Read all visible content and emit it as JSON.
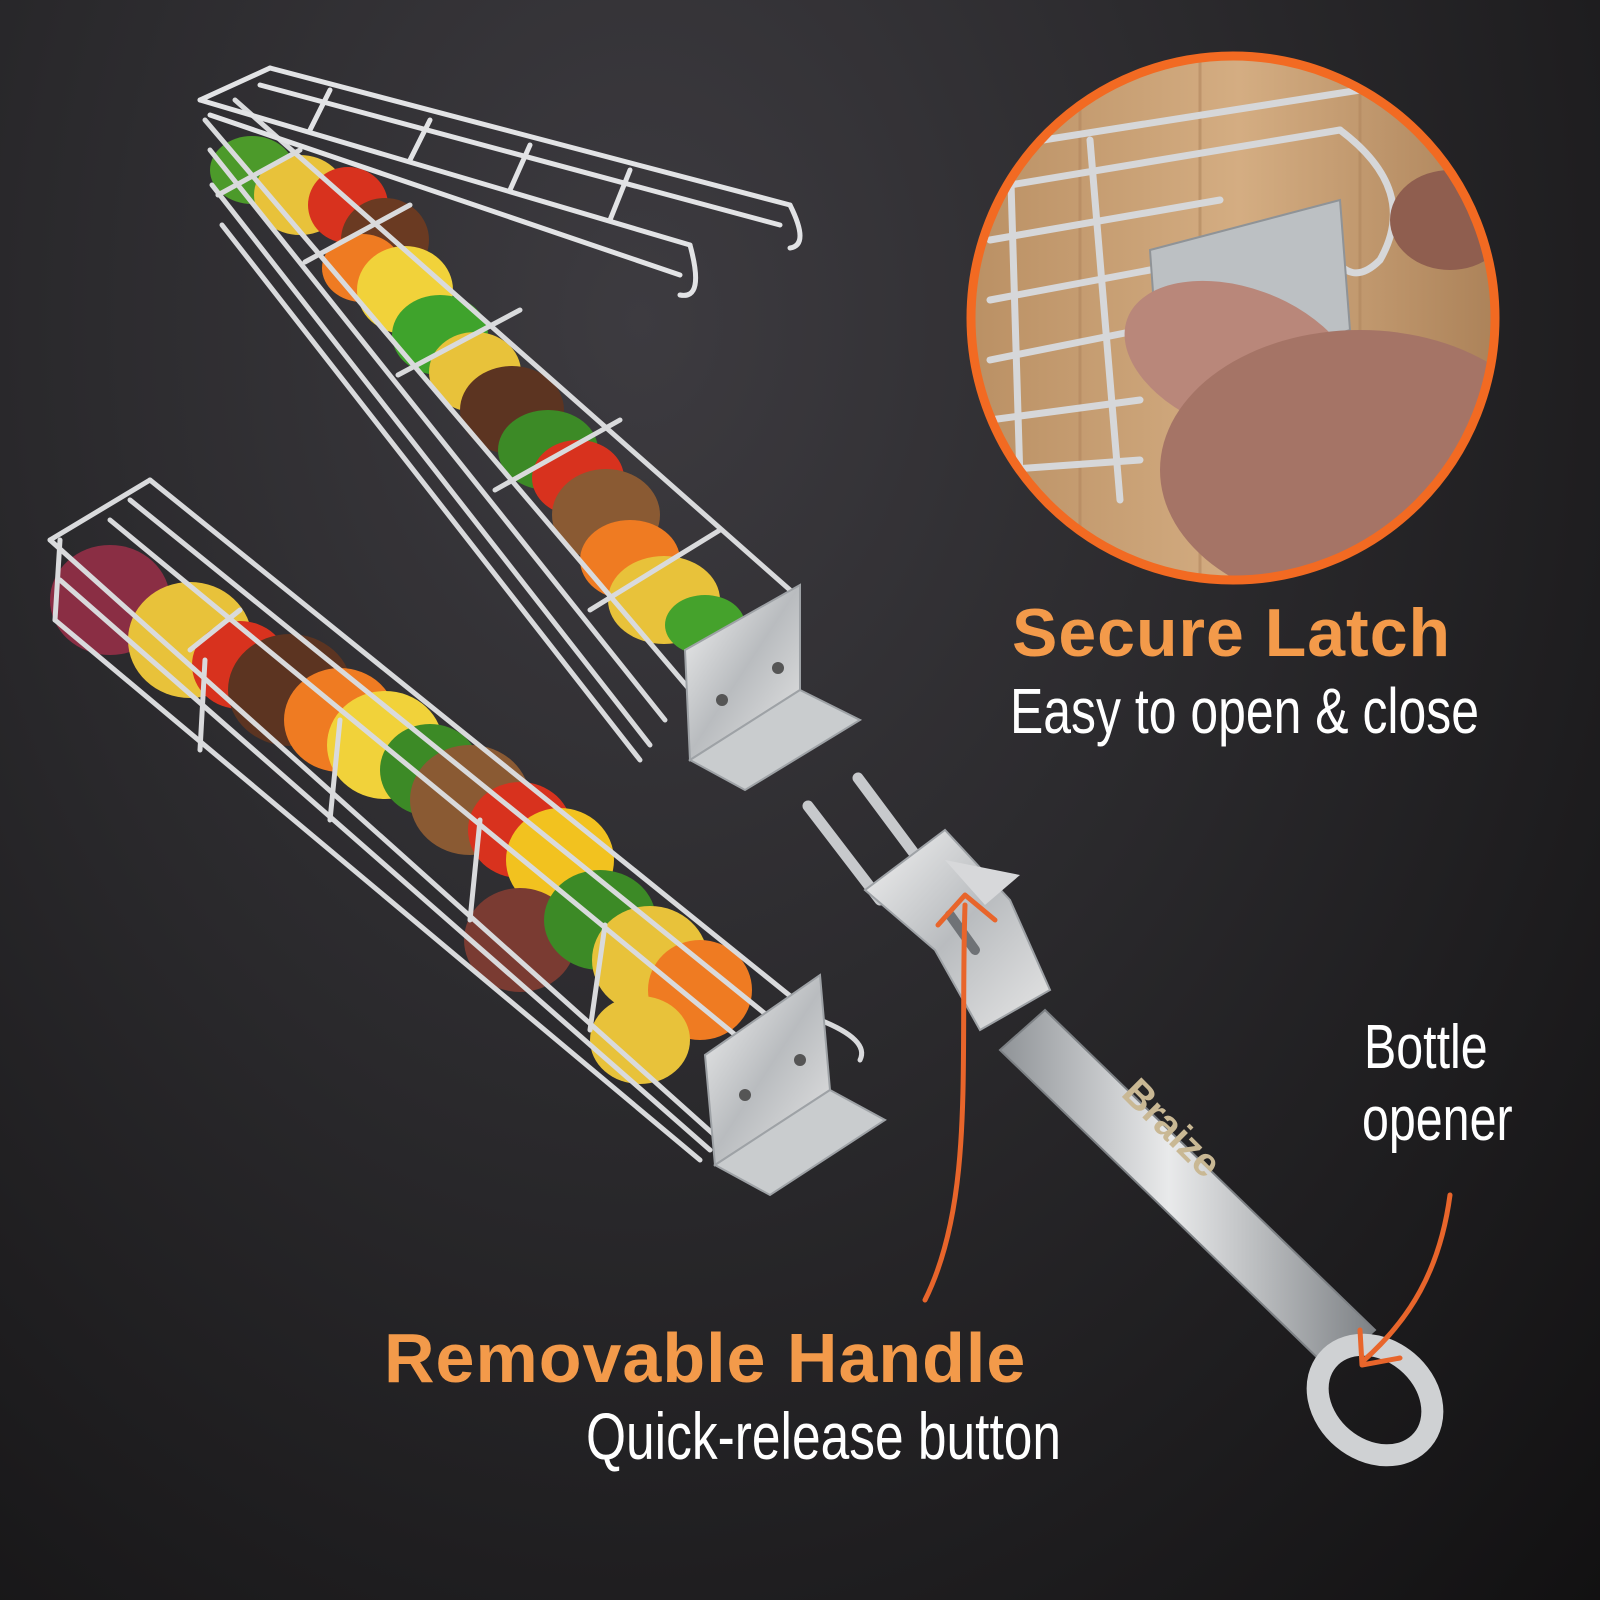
{
  "features": {
    "latch": {
      "title": "Secure Latch",
      "subtitle": "Easy to open & close"
    },
    "handle": {
      "title": "Removable Handle",
      "subtitle": "Quick-release button"
    },
    "opener": {
      "line1": "Bottle",
      "line2": "opener"
    }
  },
  "brand": {
    "name": "Braize"
  },
  "colors": {
    "accent": "#f39a4a",
    "arrow": "#e8652b",
    "ring": "#f26a22",
    "background": "#2a292c",
    "text": "#ffffff"
  }
}
